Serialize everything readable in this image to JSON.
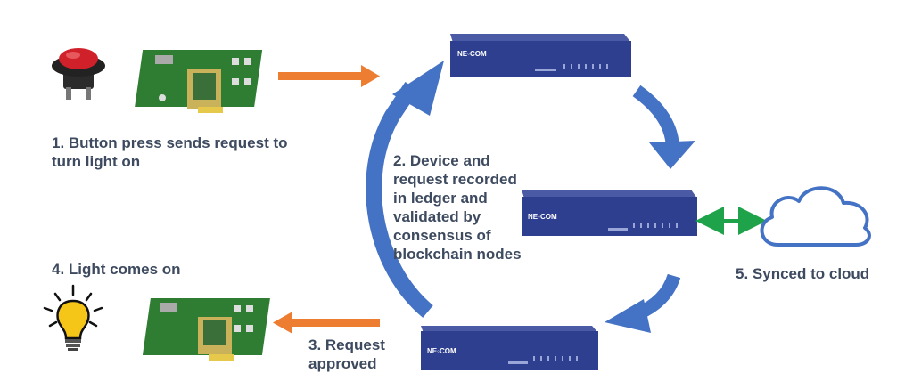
{
  "steps": {
    "step1": {
      "line1": "1. Button press sends request to",
      "line2": "turn light on"
    },
    "step2": {
      "lines": [
        "2. Device and",
        "request recorded",
        "in ledger and",
        "validated by",
        "consensus of",
        "blockchain nodes"
      ]
    },
    "step3": {
      "line1": "3. Request",
      "line2": "approved"
    },
    "step4": {
      "line1": "4. Light comes on"
    },
    "step5": {
      "line1": "5. Synced to cloud"
    }
  },
  "devices": {
    "brand": "NE◦COM"
  },
  "colors": {
    "orange_arrow": "#ED7D31",
    "blue_arrow": "#4472C4",
    "green_arrow": "#1FA34A",
    "server_body": "#2E3F8F",
    "board_green": "#2F7D32",
    "bulb_yellow": "#F5C518",
    "button_red": "#D0202A",
    "cloud_blue": "#4472C4",
    "text": "#3D4A5F"
  },
  "icons": [
    "push-button-icon",
    "circuit-board-icon",
    "network-appliance-icon",
    "cloud-icon",
    "light-bulb-icon"
  ]
}
